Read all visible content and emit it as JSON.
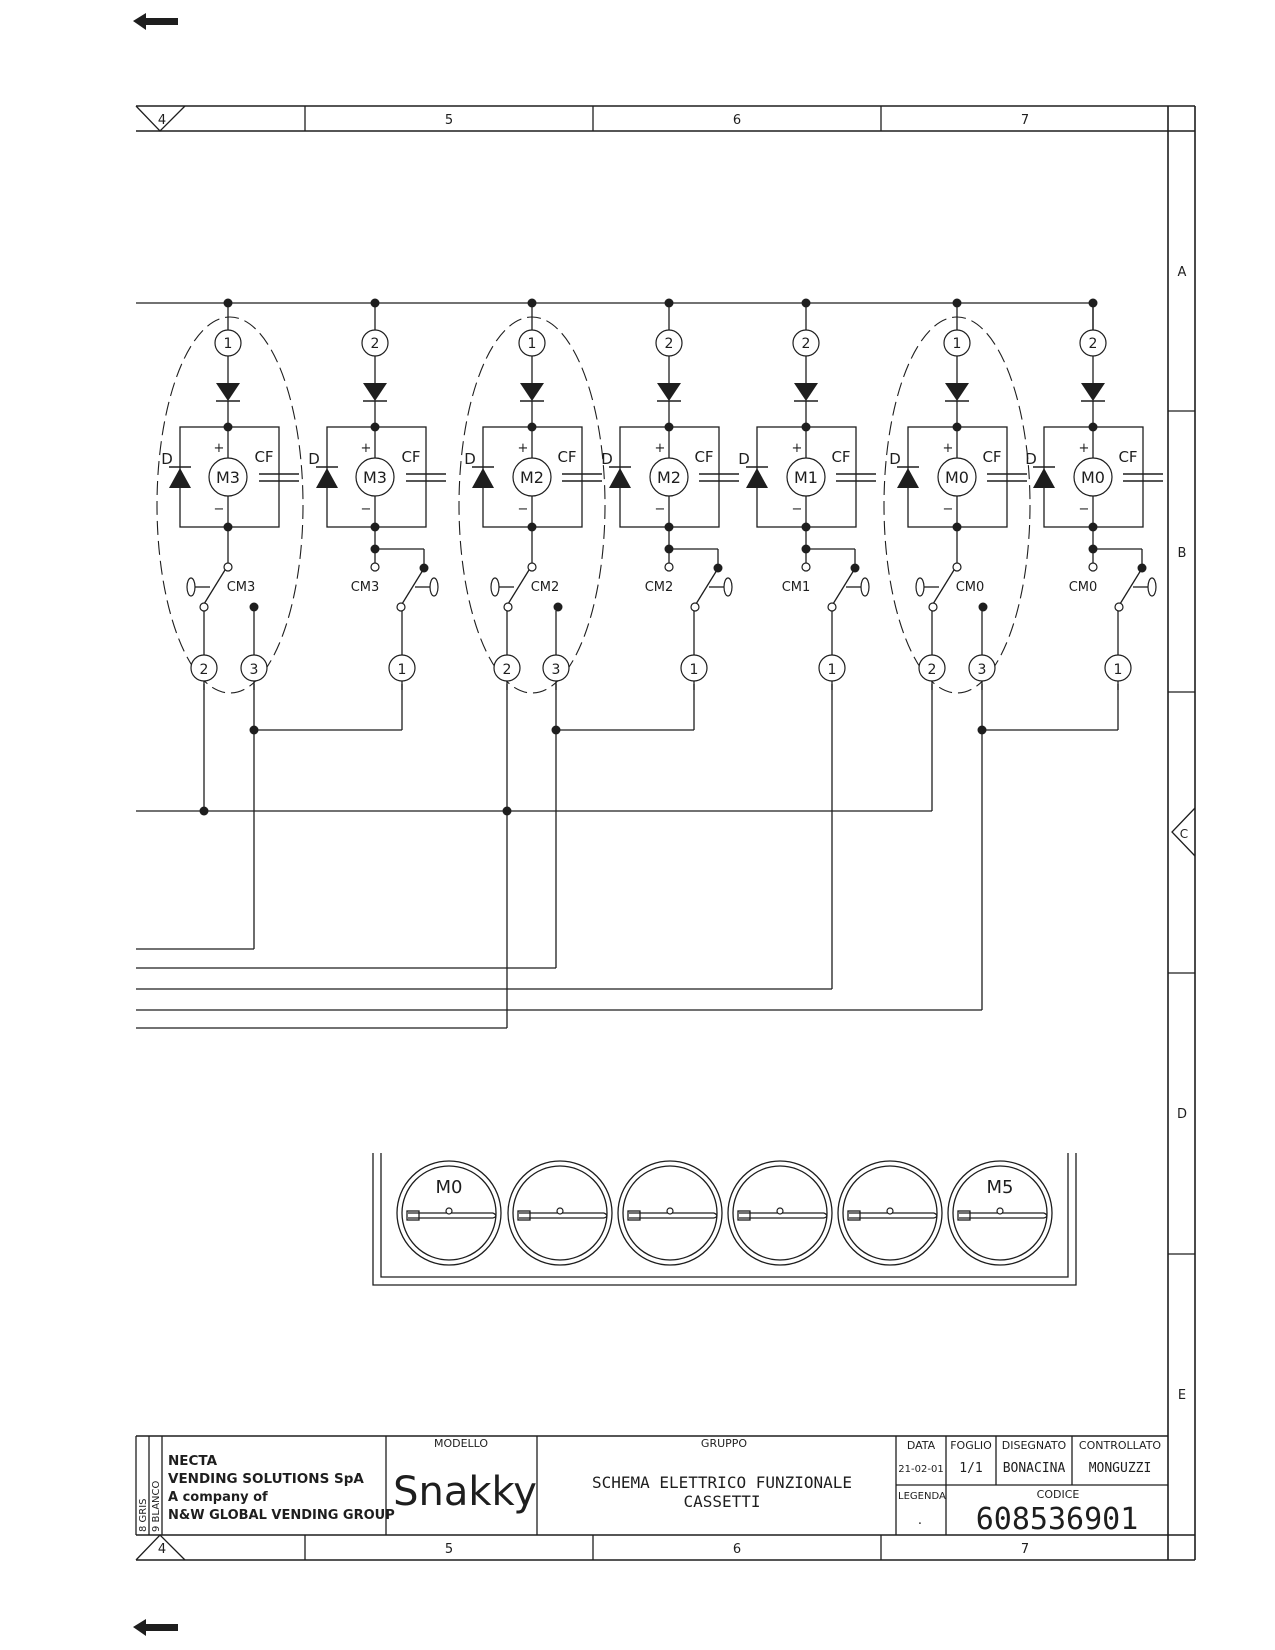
{
  "drawing": {
    "zones_top": [
      "4",
      "5",
      "6",
      "7"
    ],
    "zones_right": [
      "A",
      "B",
      "C",
      "D",
      "E"
    ],
    "zones_bottom": [
      "4",
      "5",
      "6",
      "7"
    ]
  },
  "colors": {
    "line": "#1e1e1e",
    "paper": "#ffffff"
  },
  "icons": {
    "nav_prev_top": "arrow-left-icon",
    "nav_prev_bottom": "arrow-left-icon"
  },
  "circuit": {
    "column_labels": {
      "diode": "D",
      "capacitor": "CF",
      "plus": "+",
      "minus": "−"
    },
    "columns": [
      {
        "motor": "M3",
        "top_node": "1",
        "switch": "CM3",
        "bottom_nodes": [
          "2",
          "3"
        ]
      },
      {
        "motor": "M3",
        "top_node": "2",
        "switch": "CM3",
        "bottom_nodes": [
          "1"
        ]
      },
      {
        "motor": "M2",
        "top_node": "1",
        "switch": "CM2",
        "bottom_nodes": [
          "2",
          "3"
        ]
      },
      {
        "motor": "M2",
        "top_node": "2",
        "switch": "CM2",
        "bottom_nodes": [
          "1"
        ]
      },
      {
        "motor": "M1",
        "top_node": "2",
        "switch": "CM1",
        "bottom_nodes": [
          "1"
        ]
      },
      {
        "motor": "M0",
        "top_node": "1",
        "switch": "CM0",
        "bottom_nodes": [
          "2",
          "3"
        ]
      },
      {
        "motor": "M0",
        "top_node": "2",
        "switch": "CM0",
        "bottom_nodes": [
          "1"
        ]
      }
    ]
  },
  "tray": {
    "first_label": "M0",
    "last_label": "M5",
    "spiral_count": 6
  },
  "title_block": {
    "side_labels": [
      "8 GRIS",
      "9 BLANCO"
    ],
    "company": {
      "line1": "NECTA",
      "line2": "VENDING SOLUTIONS SpA",
      "line3": "A company of",
      "line4": "N&W GLOBAL VENDING GROUP"
    },
    "modello_label": "MODELLO",
    "modello_value": "Snakky",
    "gruppo_label": "GRUPPO",
    "gruppo_line1": "SCHEMA ELETTRICO FUNZIONALE",
    "gruppo_line2": "CASSETTI",
    "data_label": "DATA",
    "data_value": "21-02-01",
    "foglio_label": "FOGLIO",
    "foglio_value": "1/1",
    "disegnato_label": "DISEGNATO",
    "disegnato_value": "BONACINA",
    "controllato_label": "CONTROLLATO",
    "controllato_value": "MONGUZZI",
    "legenda_label": "LEGENDA",
    "legenda_value": ".",
    "codice_label": "CODICE",
    "codice_value": "608536901"
  }
}
